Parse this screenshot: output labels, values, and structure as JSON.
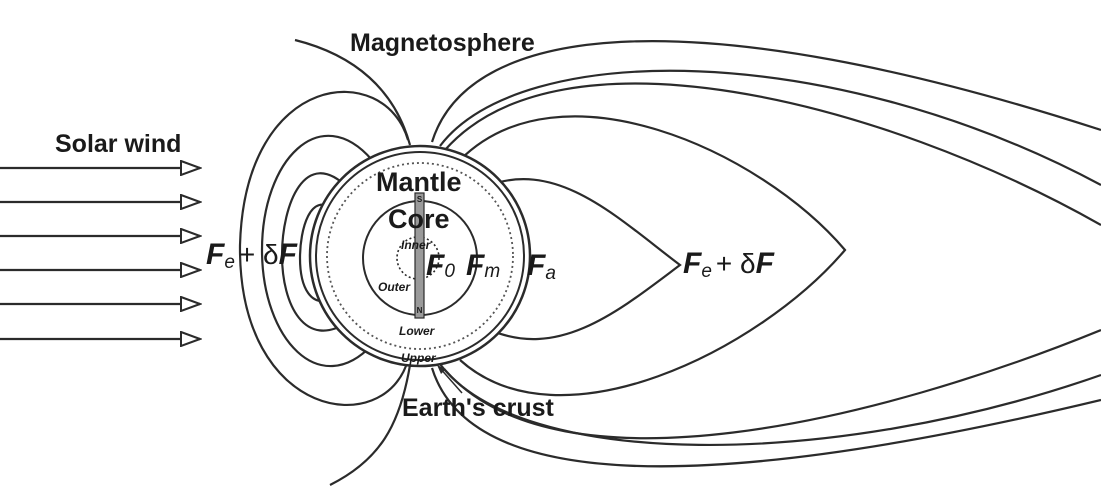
{
  "labels": {
    "magnetosphere": "Magnetosphere",
    "solar_wind": "Solar wind",
    "mantle": "Mantle",
    "core": "Core",
    "inner": "Inner",
    "outer": "Outer",
    "lower": "Lower",
    "upper": "Upper",
    "earths_crust": "Earth's crust",
    "pole_s": "S",
    "pole_n": "N"
  },
  "fields": {
    "left": {
      "base": "F",
      "sub": "e",
      "plus": "+ δ",
      "var": "F"
    },
    "right": {
      "base": "F",
      "sub": "e",
      "plus": "+ δ",
      "var": "F"
    },
    "f0": {
      "base": "F",
      "sub": "0"
    },
    "fm": {
      "base": "F",
      "sub": "m"
    },
    "fa": {
      "base": "F",
      "sub": "a"
    }
  },
  "colors": {
    "line": "#2b2b2b",
    "magnet_fill": "#9a9a9a",
    "background": "#ffffff"
  }
}
